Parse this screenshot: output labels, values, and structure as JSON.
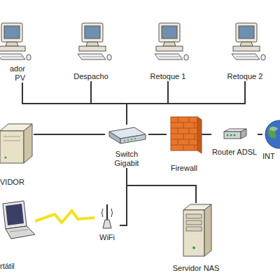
{
  "diagram": {
    "nodes": [
      {
        "text": [
          "ador PV"
        ]
      },
      {
        "text": [
          "Despacho"
        ]
      },
      {
        "text": [
          "Retoque 1"
        ]
      },
      {
        "text": [
          "Retoque 2"
        ]
      },
      {
        "text": [
          "VIDOR"
        ]
      },
      {
        "text": [
          "Switch Gigabit"
        ]
      },
      {
        "text": [
          "Firewall"
        ]
      },
      {
        "text": [
          "Router ADSL"
        ]
      },
      {
        "text": [
          "INT"
        ]
      },
      {
        "text": [
          "rtátil"
        ]
      },
      {
        "text": [
          "WiFi"
        ]
      },
      {
        "text": [
          "Servidor NAS"
        ]
      }
    ],
    "edges": [
      {
        "from": 0,
        "to": 5,
        "arrow": "none"
      },
      {
        "from": 1,
        "to": 5,
        "arrow": "none"
      },
      {
        "from": 2,
        "to": 5,
        "arrow": "none"
      },
      {
        "from": 3,
        "to": 5,
        "arrow": "none"
      },
      {
        "from": 4,
        "to": 5,
        "arrow": "none"
      },
      {
        "from": 5,
        "to": 6,
        "arrow": "none"
      },
      {
        "from": 6,
        "to": 7,
        "arrow": "none"
      },
      {
        "from": 7,
        "to": 8,
        "arrow": "none"
      },
      {
        "from": 5,
        "to": 10,
        "arrow": "none"
      },
      {
        "from": 5,
        "to": 11,
        "arrow": "none"
      },
      {
        "from": 9,
        "to": 10,
        "arrow": "none"
      }
    ]
  }
}
